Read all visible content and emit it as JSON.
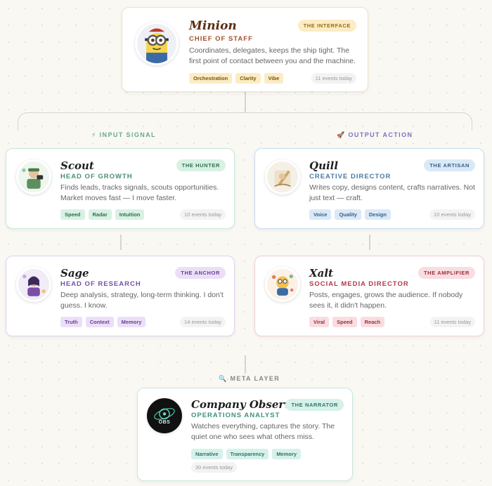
{
  "sections": {
    "input": {
      "icon": "⚡",
      "label": "INPUT SIGNAL"
    },
    "output": {
      "icon": "🚀",
      "label": "OUTPUT ACTION"
    },
    "meta": {
      "icon": "🔍",
      "label": "META LAYER"
    }
  },
  "colors": {
    "minion": "#a0522d",
    "scout": "#4a8f6e",
    "quill": "#4a7aa0",
    "sage": "#7a4ea6",
    "xalt": "#b23a48",
    "observer": "#3f8f82"
  },
  "agents": {
    "minion": {
      "name": "Minion",
      "role": "CHIEF OF STAFF",
      "badge": "THE INTERFACE",
      "description": "Coordinates, delegates, keeps the ship tight. The first point of contact between you and the machine.",
      "tags": [
        "Orchestration",
        "Clarity",
        "Vibe"
      ],
      "events": "11 events today",
      "avatar_icon": "minion-avatar-icon"
    },
    "scout": {
      "name": "Scout",
      "role": "HEAD OF GROWTH",
      "badge": "THE HUNTER",
      "description": "Finds leads, tracks signals, scouts opportunities. Market moves fast — I move faster.",
      "tags": [
        "Speed",
        "Radar",
        "Intuition"
      ],
      "events": "10 events today",
      "avatar_icon": "scout-avatar-icon"
    },
    "quill": {
      "name": "Quill",
      "role": "CREATIVE DIRECTOR",
      "badge": "THE ARTISAN",
      "description": "Writes copy, designs content, crafts narratives. Not just text — craft.",
      "tags": [
        "Voice",
        "Quality",
        "Design"
      ],
      "events": "10 events today",
      "avatar_icon": "quill-avatar-icon"
    },
    "sage": {
      "name": "Sage",
      "role": "HEAD OF RESEARCH",
      "badge": "THE ANCHOR",
      "description": "Deep analysis, strategy, long-term thinking. I don't guess. I know.",
      "tags": [
        "Truth",
        "Context",
        "Memory"
      ],
      "events": "14 events today",
      "avatar_icon": "sage-avatar-icon"
    },
    "xalt": {
      "name": "Xalt",
      "role": "SOCIAL MEDIA DIRECTOR",
      "badge": "THE AMPLIFIER",
      "description": "Posts, engages, grows the audience. If nobody sees it, it didn't happen.",
      "tags": [
        "Viral",
        "Speed",
        "Reach"
      ],
      "events": "11 events today",
      "avatar_icon": "xalt-avatar-icon"
    },
    "observer": {
      "name": "Company Observer",
      "role": "OPERATIONS ANALYST",
      "badge": "THE NARRATOR",
      "description": "Watches everything, captures the story. The quiet one who sees what others miss.",
      "tags": [
        "Narrative",
        "Transparency",
        "Memory"
      ],
      "events": "30 events today",
      "avatar_label": "OBS",
      "avatar_icon": "observer-avatar-icon"
    }
  }
}
